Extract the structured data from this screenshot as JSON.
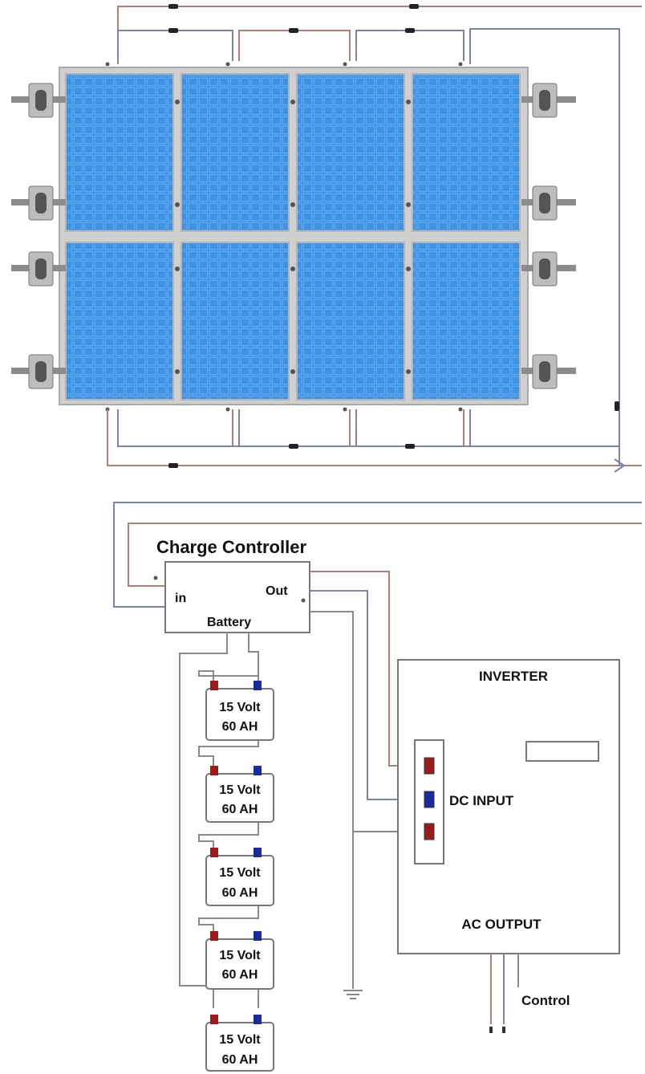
{
  "charge_controller": {
    "title": "Charge Controller",
    "in_label": "in",
    "out_label": "Out",
    "battery_label": "Battery"
  },
  "batteries": [
    {
      "voltage": "15 Volt",
      "capacity": "60 AH"
    },
    {
      "voltage": "15 Volt",
      "capacity": "60 AH"
    },
    {
      "voltage": "15 Volt",
      "capacity": "60 AH"
    },
    {
      "voltage": "15 Volt",
      "capacity": "60 AH"
    },
    {
      "voltage": "15 Volt",
      "capacity": "60 AH"
    }
  ],
  "inverter": {
    "title": "INVERTER",
    "dc_input_label": "DC INPUT",
    "ac_output_label": "AC OUTPUT",
    "control_label": "Control"
  },
  "colors": {
    "positive_wire": "#b97b78",
    "negative_wire": "#7c82b5",
    "ground_wire": "#8a8a8a",
    "panel_cell": "#3a8fe0",
    "panel_frame": "#c9c9c9",
    "terminal_positive": "#9b1c1c",
    "terminal_negative": "#1c2a9b"
  }
}
